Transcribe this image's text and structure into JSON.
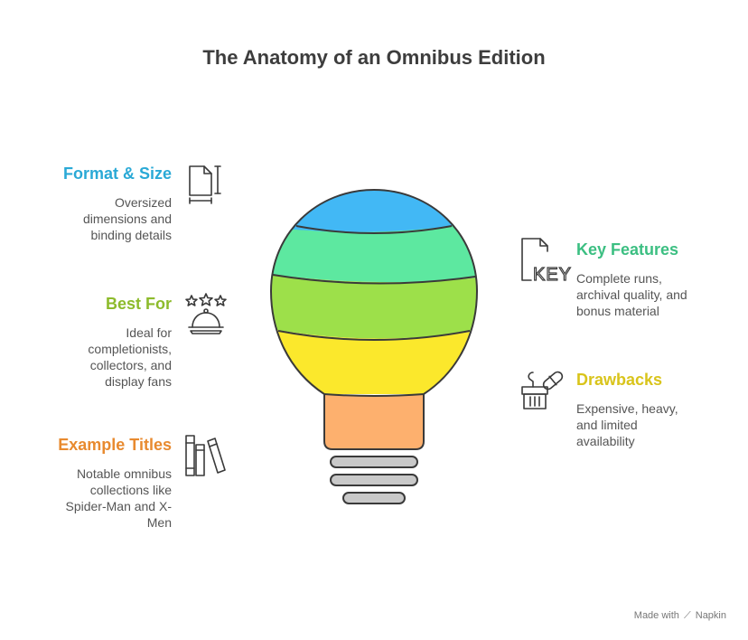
{
  "title": "The Anatomy of an Omnibus Edition",
  "sections": {
    "format": {
      "heading": "Format & Size",
      "desc": "Oversized\ndimensions and\nbinding details",
      "color": "#2aa9d6",
      "icon": "document-ruler-icon"
    },
    "best": {
      "heading": "Best For",
      "desc": "Ideal for\ncompletionists,\ncollectors, and\ndisplay fans",
      "color": "#8dbb2c",
      "icon": "cloche-stars-icon"
    },
    "examples": {
      "heading": "Example Titles",
      "desc": "Notable omnibus\ncollections like\nSpider-Man and X-\nMen",
      "color": "#e88a2f",
      "icon": "books-icon"
    },
    "features": {
      "heading": "Key Features",
      "desc": "Complete runs,\narchival quality, and\nbonus material",
      "color": "#3cbf82",
      "icon": "key-document-icon",
      "icon_text": "KEY"
    },
    "drawbacks": {
      "heading": "Drawbacks",
      "desc": "Expensive, heavy,\nand limited\navailability",
      "color": "#d9c41b",
      "icon": "basket-pill-icon"
    }
  },
  "bulb": {
    "bands": [
      "#42b8f5",
      "#5de8a0",
      "#9de04a",
      "#fbe82c",
      "#fdb06e"
    ]
  },
  "footer": {
    "made_with": "Made with",
    "brand": "Napkin"
  }
}
